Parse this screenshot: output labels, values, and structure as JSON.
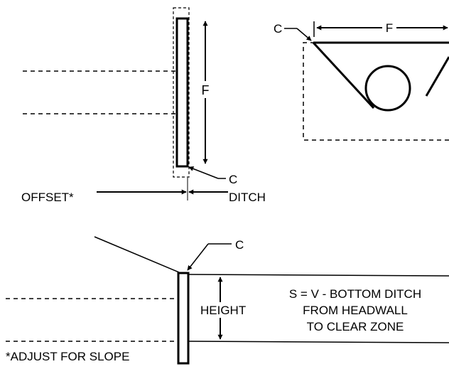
{
  "labels": {
    "c_top_left": "C",
    "f_top_right": "F",
    "f_vertical": "F",
    "c_post_bottom": "C",
    "offset": "OFFSET*",
    "ditch": "DITCH",
    "c_bottom": "C",
    "height": "HEIGHT",
    "s_line1": "S = V - BOTTOM DITCH",
    "s_line2": "FROM HEADWALL",
    "s_line3": "TO CLEAR ZONE",
    "adjust_note": "*ADJUST FOR SLOPE"
  }
}
